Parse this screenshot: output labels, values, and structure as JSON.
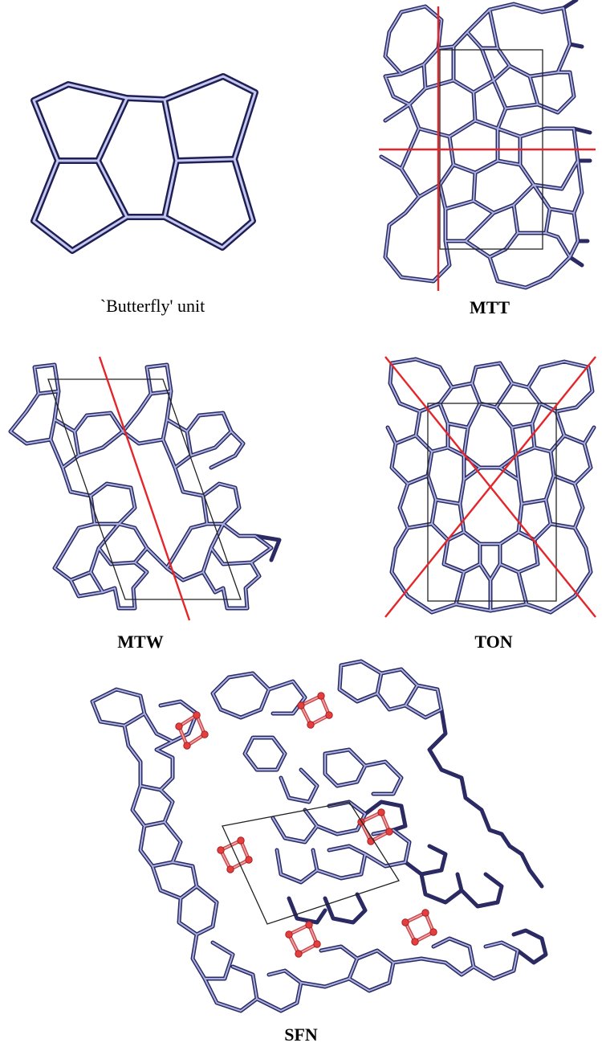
{
  "figure": {
    "panels": [
      {
        "id": "butterfly",
        "caption": "`Butterfly' unit",
        "bold": false
      },
      {
        "id": "mtt",
        "caption": "MTT",
        "bold": true
      },
      {
        "id": "mtw",
        "caption": "MTW",
        "bold": true
      },
      {
        "id": "ton",
        "caption": "TON",
        "bold": true
      },
      {
        "id": "sfn",
        "caption": "SFN",
        "bold": true
      }
    ]
  },
  "colors": {
    "framework": "#2b2a63",
    "framework_highlight": "#aab0e0",
    "mirror_line": "#e4262b",
    "unit_cell": "#222222",
    "link_atom": "#e53e3e"
  }
}
